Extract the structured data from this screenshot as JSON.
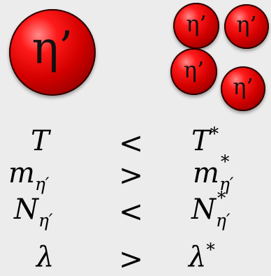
{
  "particles": {
    "large": {
      "label": "η’"
    },
    "small": [
      {
        "label": "η’"
      },
      {
        "label": "η’"
      },
      {
        "label": "η’"
      },
      {
        "label": "η’"
      }
    ]
  },
  "relations": [
    {
      "left": {
        "base": "T",
        "sub": "",
        "sup": ""
      },
      "operator": "<",
      "right": {
        "base": "T",
        "sub": "",
        "sup": "*"
      }
    },
    {
      "left": {
        "base": "m",
        "sub": "η′",
        "sup": ""
      },
      "operator": ">",
      "right": {
        "base": "m",
        "sub": "η′",
        "sup": "*"
      }
    },
    {
      "left": {
        "base": "N",
        "sub": "η′",
        "sup": ""
      },
      "operator": "<",
      "right": {
        "base": "N",
        "sub": "η′",
        "sup": "*"
      }
    },
    {
      "left": {
        "base": "λ",
        "sub": "",
        "sup": ""
      },
      "operator": ">",
      "right": {
        "base": "λ",
        "sub": "",
        "sup": "*"
      }
    }
  ]
}
